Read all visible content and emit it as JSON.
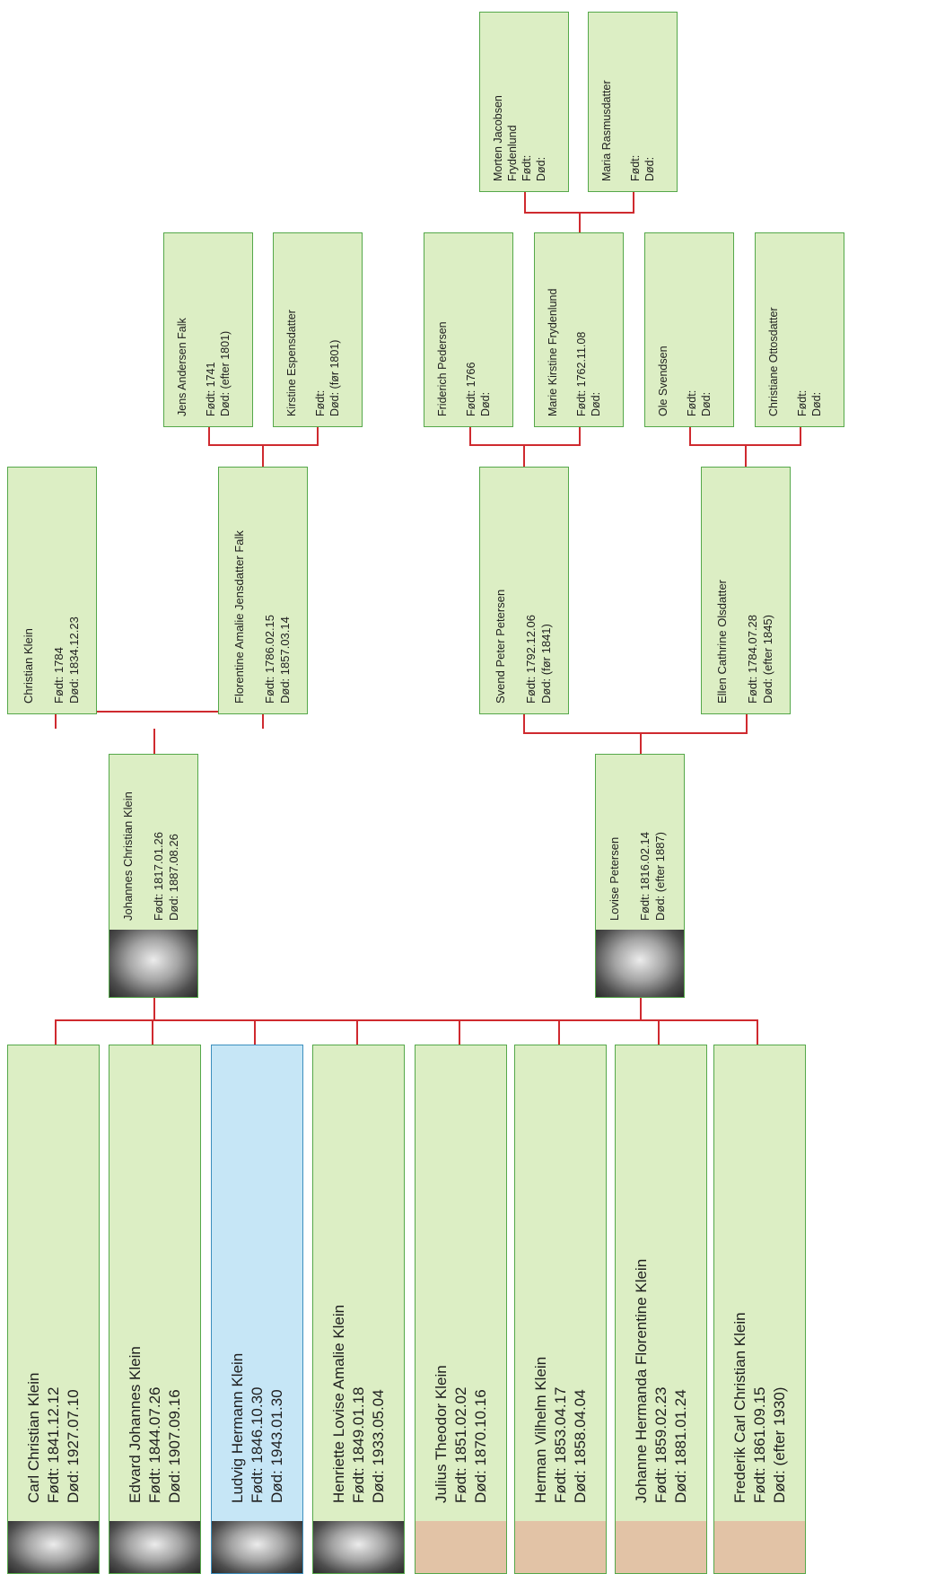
{
  "people": {
    "christian_klein": {
      "name": "Christian Klein",
      "born": "Født: 1784",
      "died": "Død: 1834.12.23"
    },
    "jens_andersen_falk": {
      "name": "Jens Andersen Falk",
      "born": "Født: 1741",
      "died": "Død: (efter 1801)"
    },
    "kirstine_espensdatter": {
      "name": "Kirstine Espensdatter",
      "born": "Født:",
      "died": "Død: (før 1801)"
    },
    "florentine_amalie": {
      "name": "Florentine Amalie Jensdatter Falk",
      "born": "Født: 1786.02.15",
      "died": "Død: 1857.03.14"
    },
    "johannes_christian_klein": {
      "name": "Johannes Christian Klein",
      "born": "Født: 1817.01.26",
      "died": "Død: 1887.08.26"
    },
    "morten_jacobsen": {
      "name": "Morten Jacobsen",
      "name2": "Frydenlund",
      "born": "Født:",
      "died": "Død:"
    },
    "maria_rasmusdatter": {
      "name": "Maria Rasmusdatter",
      "born": "Født:",
      "died": "Død:"
    },
    "friderich_pedersen": {
      "name": "Friderich Pedersen",
      "born": "Født: 1766",
      "died": "Død:"
    },
    "marie_kirstine": {
      "name": "Marie Kirstine Frydenlund",
      "born": "Født: 1762.11.08",
      "died": "Død:"
    },
    "ole_svendsen": {
      "name": "Ole Svendsen",
      "born": "Født:",
      "died": "Død:"
    },
    "christiane_ottosdatter": {
      "name": "Christiane Ottosdatter",
      "born": "Født:",
      "died": "Død:"
    },
    "svend_peter_petersen": {
      "name": "Svend Peter Petersen",
      "born": "Født: 1792.12.06",
      "died": "Død: (før 1841)"
    },
    "ellen_cathrine": {
      "name": "Ellen Cathrine Olsdatter",
      "born": "Født: 1784.07.28",
      "died": "Død: (efter 1845)"
    },
    "lovise_petersen": {
      "name": "Lovise Petersen",
      "born": "Født: 1816.02.14",
      "died": "Død: (efter 1887)"
    },
    "carl_christian": {
      "name": "Carl Christian Klein",
      "born": "Født: 1841.12.12",
      "died": "Død: 1927.07.10"
    },
    "edvard_johannes": {
      "name": "Edvard Johannes Klein",
      "born": "Født: 1844.07.26",
      "died": "Død: 1907.09.16"
    },
    "ludvig_hermann": {
      "name": "Ludvig Hermann Klein",
      "born": "Født: 1846.10.30",
      "died": "Død: 1943.01.30"
    },
    "henriette_lovise": {
      "name": "Henriette Lovise Amalie Klein",
      "born": "Født: 1849.01.18",
      "died": "Død: 1933.05.04"
    },
    "julius_theodor": {
      "name": "Julius Theodor Klein",
      "born": "Født: 1851.02.02",
      "died": "Død: 1870.10.16"
    },
    "herman_vilhelm": {
      "name": "Herman Vilhelm Klein",
      "born": "Født: 1853.04.17",
      "died": "Død: 1858.04.04"
    },
    "johanne_hermanda": {
      "name": "Johanne Hermanda Florentine Klein",
      "born": "Født: 1859.02.23",
      "died": "Død: 1881.01.24"
    },
    "frederik_carl": {
      "name": "Frederik Carl Christian Klein",
      "born": "Født: 1861.09.15",
      "died": "Død: (efter 1930)"
    }
  }
}
